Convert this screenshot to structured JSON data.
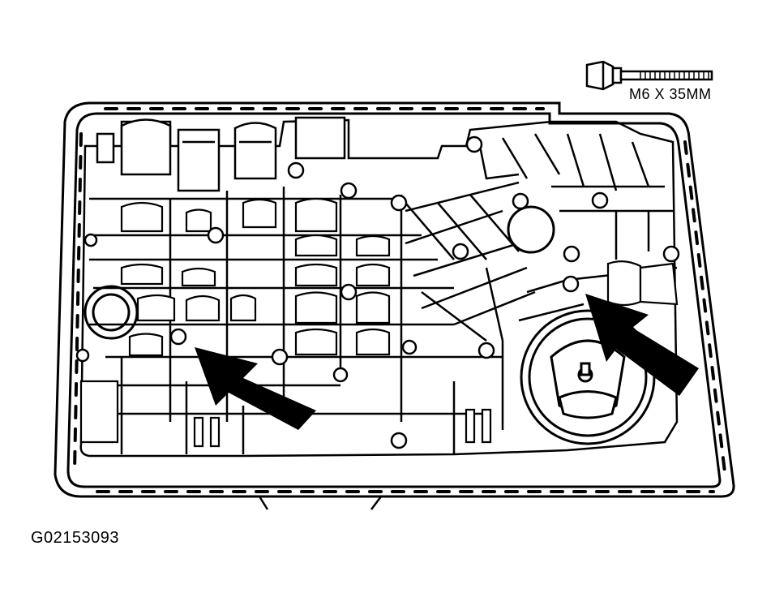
{
  "figure": {
    "bolt_label": "M6 X 35MM",
    "figure_id": "G02153093",
    "line_color": "#000000",
    "background": "#ffffff",
    "bolt_positions_indicated": 2
  }
}
